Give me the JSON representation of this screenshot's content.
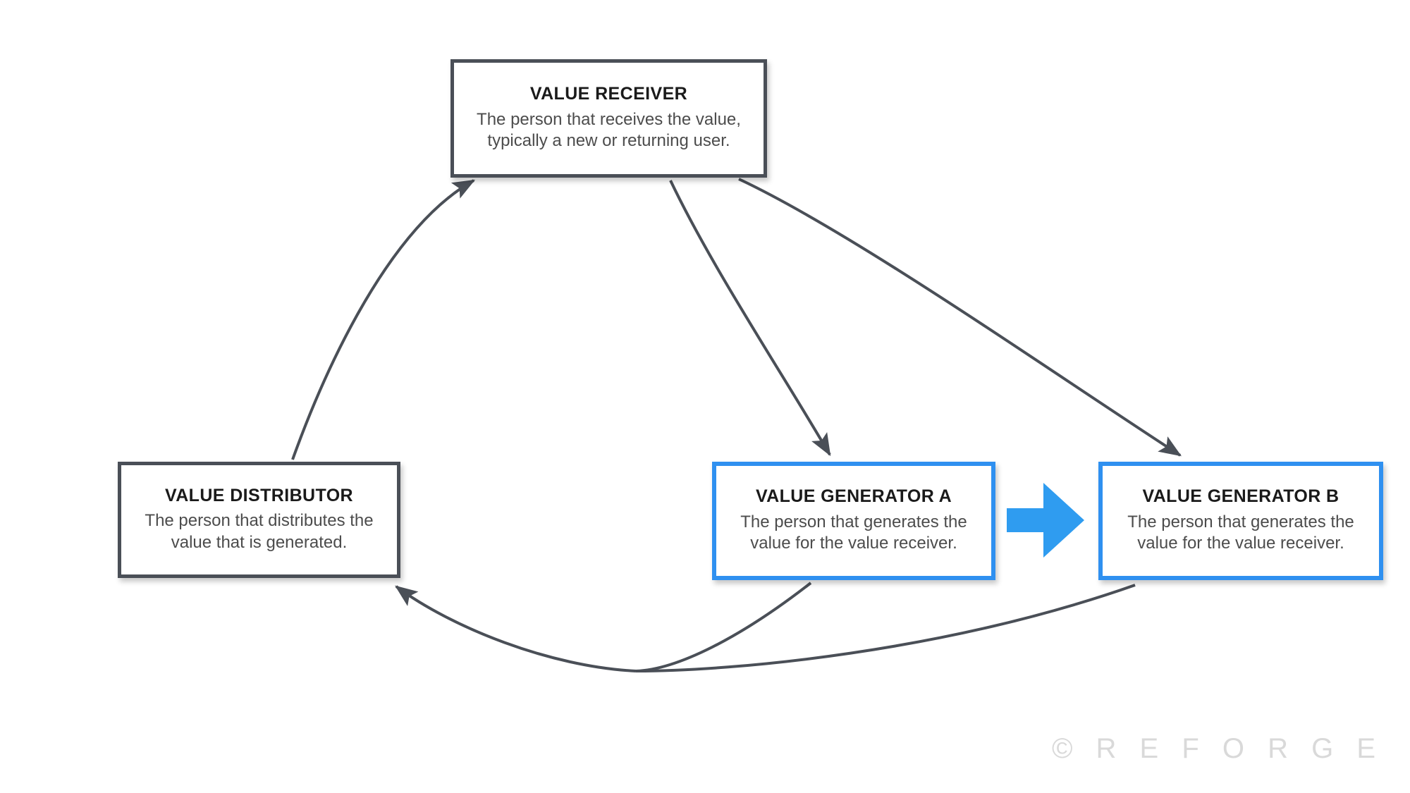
{
  "diagram": {
    "nodes": [
      {
        "id": "value-receiver",
        "title": "VALUE RECEIVER",
        "description": "The person that receives the value, typically a new or returning user.",
        "border_color": "#4a4f57",
        "style": "dark"
      },
      {
        "id": "value-distributor",
        "title": "VALUE DISTRIBUTOR",
        "description": "The person that distributes the value that is generated.",
        "border_color": "#4a4f57",
        "style": "dark"
      },
      {
        "id": "value-generator-a",
        "title": "VALUE GENERATOR A",
        "description": "The person that generates the value for the value receiver.",
        "border_color": "#2f90f0",
        "style": "blue"
      },
      {
        "id": "value-generator-b",
        "title": "VALUE GENERATOR B",
        "description": "The person that generates the value for the value receiver.",
        "border_color": "#2f90f0",
        "style": "blue"
      }
    ],
    "connectors": [
      {
        "id": "distributor-to-receiver",
        "from": "value-distributor",
        "to": "value-receiver",
        "color": "#4a4f57",
        "arrowhead": "to"
      },
      {
        "id": "receiver-to-generator-a",
        "from": "value-receiver",
        "to": "value-generator-a",
        "color": "#4a4f57",
        "arrowhead": "to"
      },
      {
        "id": "receiver-to-generator-b",
        "from": "value-receiver",
        "to": "value-generator-b",
        "color": "#4a4f57",
        "arrowhead": "to"
      },
      {
        "id": "generator-a-to-distributor",
        "from": "value-generator-a",
        "to": "value-distributor",
        "color": "#4a4f57",
        "arrowhead": "to"
      },
      {
        "id": "generator-b-to-distributor",
        "from": "value-generator-b",
        "to": "value-distributor",
        "color": "#4a4f57",
        "arrowhead": "none"
      },
      {
        "id": "generator-a-to-generator-b",
        "from": "value-generator-a",
        "to": "value-generator-b",
        "color": "#2f9cf0",
        "arrowhead": "to",
        "shape": "block-arrow"
      }
    ],
    "watermark": "© R E F O R G E",
    "background_color": "#ffffff"
  }
}
